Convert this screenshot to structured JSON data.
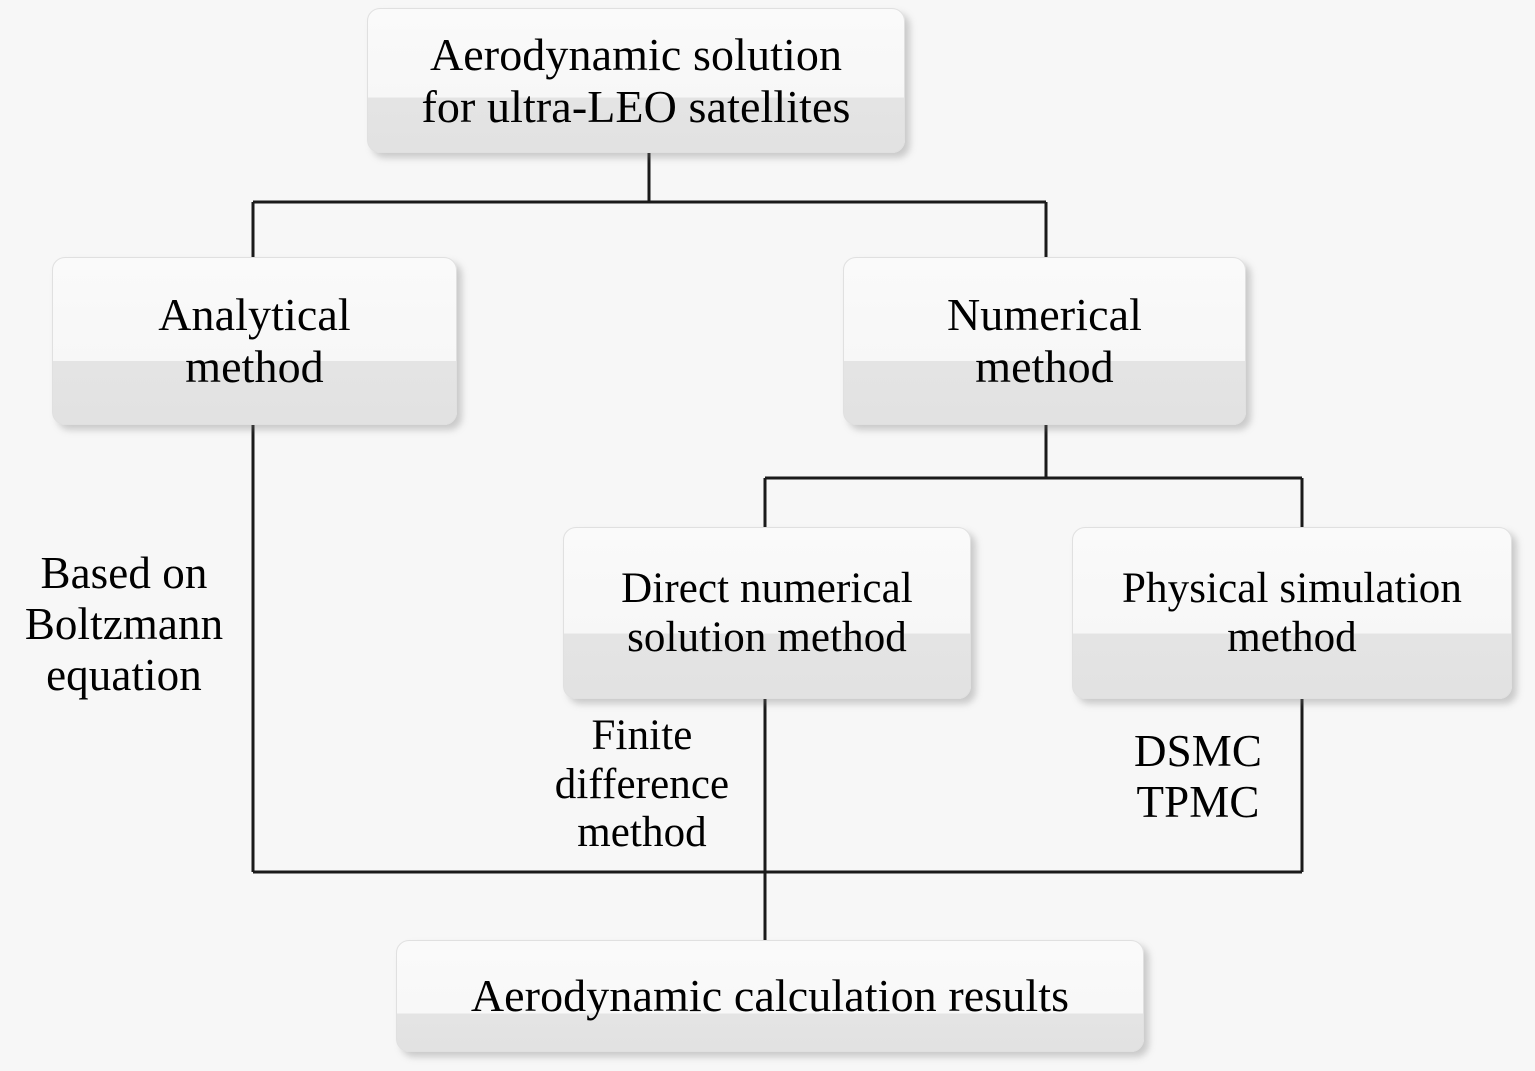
{
  "diagram": {
    "title_node": {
      "id": "aerodynamic-solution",
      "text": "Aerodynamic solution\nfor ultra-LEO satellites"
    },
    "nodes": [
      {
        "id": "analytical-method",
        "text": "Analytical\nmethod"
      },
      {
        "id": "numerical-method",
        "text": "Numerical\nmethod"
      },
      {
        "id": "direct-numerical-method",
        "text": "Direct numerical\nsolution method"
      },
      {
        "id": "physical-simulation",
        "text": "Physical simulation\nmethod"
      },
      {
        "id": "results",
        "text": "Aerodynamic calculation results"
      }
    ],
    "annotations": [
      {
        "id": "boltzmann-basis",
        "text": "Based on\nBoltzmann\nequation"
      },
      {
        "id": "finite-difference",
        "text": "Finite\ndifference\nmethod"
      },
      {
        "id": "monte-carlo",
        "text": "DSMC\nTPMC"
      }
    ],
    "colors": {
      "background": "#f7f7f7",
      "box_top": "#fafafa",
      "box_bottom": "#e3e3e3",
      "box_border": "#e0e0e0",
      "line": "#1a1a1a",
      "text": "#000000"
    }
  }
}
